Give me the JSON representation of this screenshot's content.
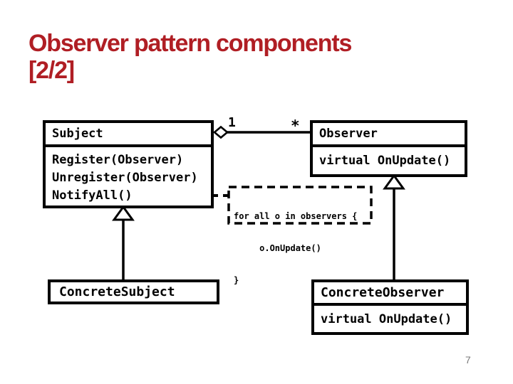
{
  "title": {
    "line1": "Observer pattern components",
    "line2": "[2/2]"
  },
  "colors": {
    "title_red": "#B01E24",
    "diagram_ink": "#000000",
    "page_number_gray": "#7a7a7a"
  },
  "page_number": "7",
  "uml": {
    "subject": {
      "name": "Subject",
      "methods": [
        "Register(Observer)",
        "Unregister(Observer)",
        "NotifyAll()"
      ]
    },
    "observer": {
      "name": "Observer",
      "methods": [
        "virtual OnUpdate()"
      ]
    },
    "concrete_subject": {
      "name": "ConcreteSubject"
    },
    "concrete_observer": {
      "name": "ConcreteObserver",
      "methods": [
        "virtual OnUpdate()"
      ]
    },
    "association": {
      "subject_multiplicity": "1",
      "observer_multiplicity": "*",
      "subject_end": "aggregation-diamond"
    },
    "note": {
      "line1": "for all o in observers {",
      "line2": "     o.OnUpdate()",
      "line3": "}"
    },
    "relations_summary": [
      "Subject 1 -- * Observer (aggregation)",
      "ConcreteSubject --|> Subject",
      "ConcreteObserver --|> Observer",
      "NotifyAll() .. note"
    ]
  }
}
